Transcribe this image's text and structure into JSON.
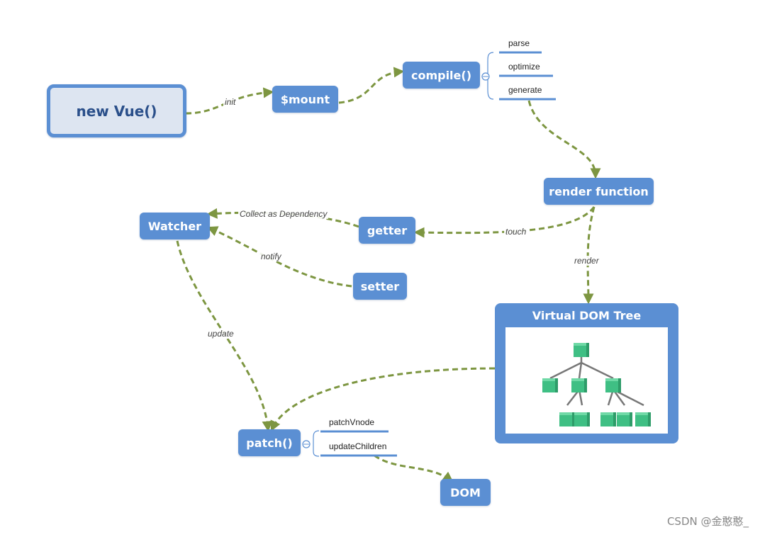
{
  "nodes": {
    "new_vue": "new Vue()",
    "mount": "$mount",
    "compile": "compile()",
    "render_function": "render function",
    "watcher": "Watcher",
    "getter": "getter",
    "setter": "setter",
    "virtual_dom_tree": "Virtual DOM Tree",
    "patch": "patch()",
    "dom": "DOM"
  },
  "compile_steps": [
    "parse",
    "optimize",
    "generate"
  ],
  "patch_steps": [
    "patchVnode",
    "updateChildren"
  ],
  "edges": {
    "init": "init",
    "collect": "Collect as Dependency",
    "touch": "touch",
    "notify": "notify",
    "render": "render",
    "update": "update"
  },
  "watermark": "CSDN @金憨憨_",
  "colors": {
    "node_fill": "#5b8fd3",
    "root_fill": "#dde5f1",
    "arrow": "#7d9641",
    "cube": "#3fbf84"
  }
}
